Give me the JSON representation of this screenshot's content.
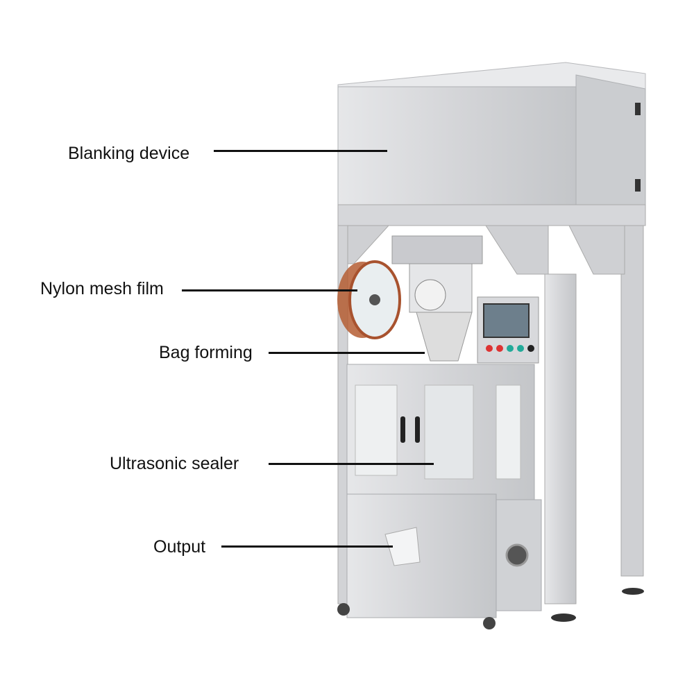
{
  "labels": {
    "blanking_device": "Blanking device",
    "nylon_mesh_film": "Nylon mesh film",
    "bag_forming": "Bag forming",
    "ultrasonic_sealer": "Ultrasonic sealer",
    "output": "Output"
  },
  "colors": {
    "steel": "#d9dadc",
    "steel_dark": "#a9abae",
    "reel": "#a8522e",
    "text": "#111111"
  }
}
